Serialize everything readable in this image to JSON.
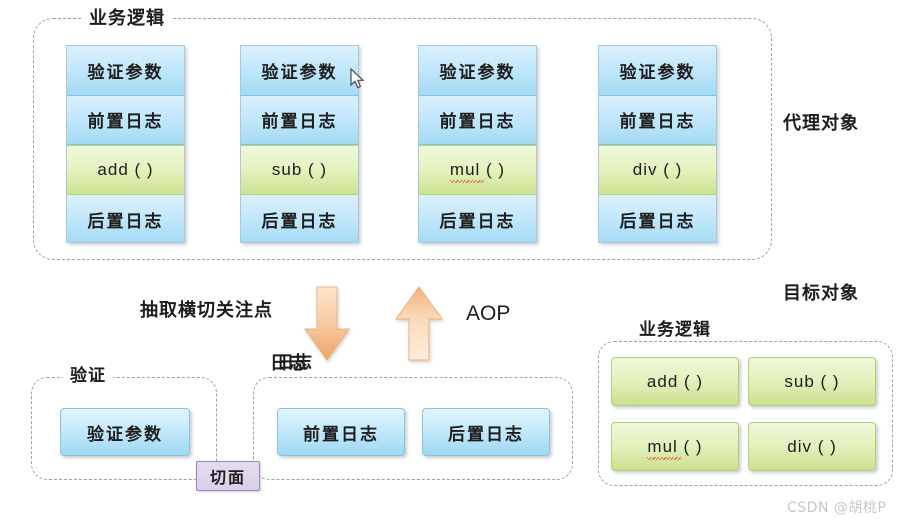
{
  "diagram": {
    "title_proxy_object": "代理对象",
    "title_target_object": "目标对象",
    "proxy_group_label": "业务逻辑",
    "target_group_label": "业务逻辑",
    "validation_group_label": "验证",
    "log_group_label": "日志",
    "aspect_chip": "切面",
    "extract_label": "抽取横切关注点",
    "log_arrow_label": "日志",
    "aop_label": "AOP",
    "watermark": "CSDN @胡桃P"
  },
  "proxy_columns": [
    {
      "method": "add ( )",
      "method_has_squiggle": false,
      "cells": [
        {
          "text": "验证参数",
          "kind": "blue"
        },
        {
          "text": "前置日志",
          "kind": "blue"
        },
        {
          "text": "add ( )",
          "kind": "green"
        },
        {
          "text": "后置日志",
          "kind": "blue"
        }
      ]
    },
    {
      "method": "sub ( )",
      "method_has_squiggle": false,
      "cells": [
        {
          "text": "验证参数",
          "kind": "blue"
        },
        {
          "text": "前置日志",
          "kind": "blue"
        },
        {
          "text": "sub ( )",
          "kind": "green"
        },
        {
          "text": "后置日志",
          "kind": "blue"
        }
      ]
    },
    {
      "method": "mul ( )",
      "method_has_squiggle": true,
      "cells": [
        {
          "text": "验证参数",
          "kind": "blue"
        },
        {
          "text": "前置日志",
          "kind": "blue"
        },
        {
          "text": "mul ( )",
          "kind": "green"
        },
        {
          "text": "后置日志",
          "kind": "blue"
        }
      ]
    },
    {
      "method": "div ( )",
      "method_has_squiggle": false,
      "cells": [
        {
          "text": "验证参数",
          "kind": "blue"
        },
        {
          "text": "前置日志",
          "kind": "blue"
        },
        {
          "text": "div ( )",
          "kind": "green"
        },
        {
          "text": "后置日志",
          "kind": "blue"
        }
      ]
    }
  ],
  "aspect_validation_items": [
    "验证参数"
  ],
  "aspect_log_items": [
    "前置日志",
    "后置日志"
  ],
  "target_methods": [
    {
      "text": "add ( )",
      "squiggle": false
    },
    {
      "text": "sub ( )",
      "squiggle": false
    },
    {
      "text": "mul ( )",
      "squiggle": true
    },
    {
      "text": "div ( )",
      "squiggle": false
    }
  ],
  "colors": {
    "blue_cell_top": "#daf0fd",
    "blue_cell_bottom": "#a3daf4",
    "green_cell_top": "#f0f8da",
    "green_cell_bottom": "#cde292",
    "arrow_fill_top": "#fbdcbd",
    "arrow_fill_bottom": "#f0a868",
    "aspect_purple": "#dbcfe9",
    "dashed_border": "#9aa3ad",
    "watermark_gray": "#c7c7c7"
  }
}
